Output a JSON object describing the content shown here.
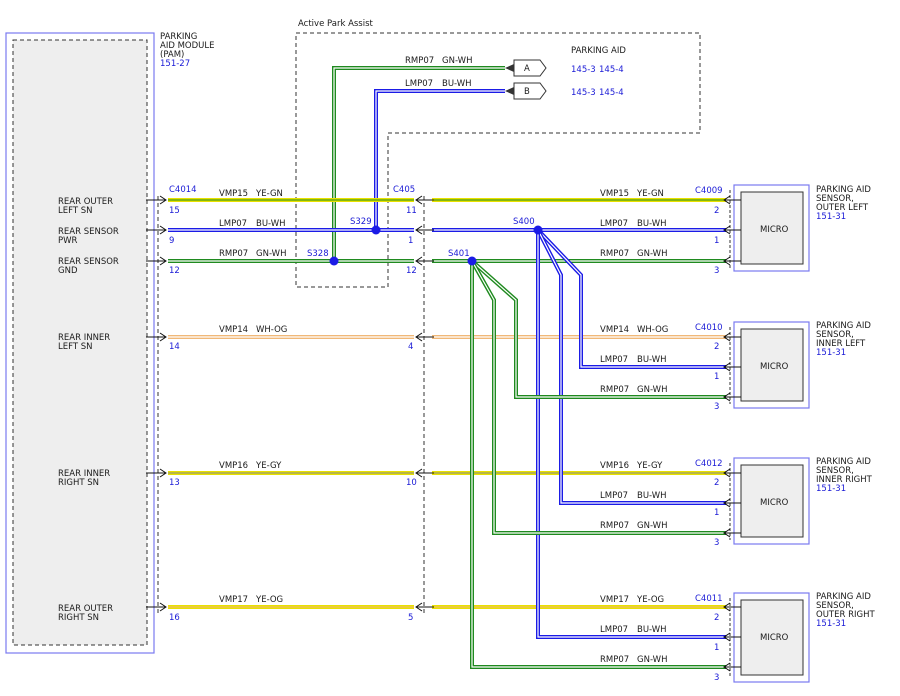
{
  "pam": {
    "title_lines": [
      "PARKING",
      "AID MODULE",
      "(PAM)"
    ],
    "ref": "151-27",
    "pins": [
      {
        "lines": [
          "REAR OUTER",
          "LEFT SN"
        ],
        "pin": "15"
      },
      {
        "lines": [
          "REAR SENSOR",
          "PWR"
        ],
        "pin": "9"
      },
      {
        "lines": [
          "REAR SENSOR",
          "GND"
        ],
        "pin": "12"
      },
      {
        "lines": [
          "REAR INNER",
          "LEFT SN"
        ],
        "pin": "14"
      },
      {
        "lines": [
          "REAR INNER",
          "RIGHT SN"
        ],
        "pin": "13"
      },
      {
        "lines": [
          "REAR OUTER",
          "RIGHT SN"
        ],
        "pin": "16"
      }
    ]
  },
  "active_park_assist": {
    "label": "Active Park Assist",
    "parking_aid_label": "PARKING AID",
    "wires": [
      {
        "circuit": "RMP07",
        "color": "GN-WH",
        "connector": "A",
        "refs": [
          "145-3",
          "145-4"
        ]
      },
      {
        "circuit": "LMP07",
        "color": "BU-WH",
        "connector": "B",
        "refs": [
          "145-3",
          "145-4"
        ]
      }
    ],
    "splices": [
      "S329",
      "S328"
    ]
  },
  "left_connectors": [
    "C4014",
    "C405"
  ],
  "c405_pins": [
    "11",
    "1",
    "12",
    "4",
    "10",
    "5"
  ],
  "splices": [
    "S400",
    "S401"
  ],
  "left_wires": [
    {
      "circuit": "VMP15",
      "color": "YE-GN"
    },
    {
      "circuit": "LMP07",
      "color": "BU-WH"
    },
    {
      "circuit": "RMP07",
      "color": "GN-WH"
    },
    {
      "circuit": "VMP14",
      "color": "WH-OG"
    },
    {
      "circuit": "VMP16",
      "color": "YE-GY"
    },
    {
      "circuit": "VMP17",
      "color": "YE-OG"
    }
  ],
  "sensors": [
    {
      "connector": "C4009",
      "name_lines": [
        "PARKING AID",
        "SENSOR,",
        "OUTER LEFT"
      ],
      "ref": "151-31",
      "module": "MICRO",
      "wires": [
        {
          "circuit": "VMP15",
          "color": "YE-GN",
          "pin": "2"
        },
        {
          "circuit": "LMP07",
          "color": "BU-WH",
          "pin": "1"
        },
        {
          "circuit": "RMP07",
          "color": "GN-WH",
          "pin": "3"
        }
      ]
    },
    {
      "connector": "C4010",
      "name_lines": [
        "PARKING AID",
        "SENSOR,",
        "INNER LEFT"
      ],
      "ref": "151-31",
      "module": "MICRO",
      "wires": [
        {
          "circuit": "VMP14",
          "color": "WH-OG",
          "pin": "2"
        },
        {
          "circuit": "LMP07",
          "color": "BU-WH",
          "pin": "1"
        },
        {
          "circuit": "RMP07",
          "color": "GN-WH",
          "pin": "3"
        }
      ]
    },
    {
      "connector": "C4012",
      "name_lines": [
        "PARKING AID",
        "SENSOR,",
        "INNER RIGHT"
      ],
      "ref": "151-31",
      "module": "MICRO",
      "wires": [
        {
          "circuit": "VMP16",
          "color": "YE-GY",
          "pin": "2"
        },
        {
          "circuit": "LMP07",
          "color": "BU-WH",
          "pin": "1"
        },
        {
          "circuit": "RMP07",
          "color": "GN-WH",
          "pin": "3"
        }
      ]
    },
    {
      "connector": "C4011",
      "name_lines": [
        "PARKING AID",
        "SENSOR,",
        "OUTER RIGHT"
      ],
      "ref": "151-31",
      "module": "MICRO",
      "wires": [
        {
          "circuit": "VMP17",
          "color": "YE-OG",
          "pin": "2"
        },
        {
          "circuit": "LMP07",
          "color": "BU-WH",
          "pin": "1"
        },
        {
          "circuit": "RMP07",
          "color": "GN-WH",
          "pin": "3"
        }
      ]
    }
  ],
  "colors": {
    "blue_wire": "#1b1be6",
    "green_wire": "#1f8a1f",
    "yellow_wire": "#e8e100",
    "orange_wire": "#f0b878",
    "box_outline": "#7a7af0",
    "label_blue": "#1a1ad6",
    "module_fill": "#eeeeee"
  }
}
